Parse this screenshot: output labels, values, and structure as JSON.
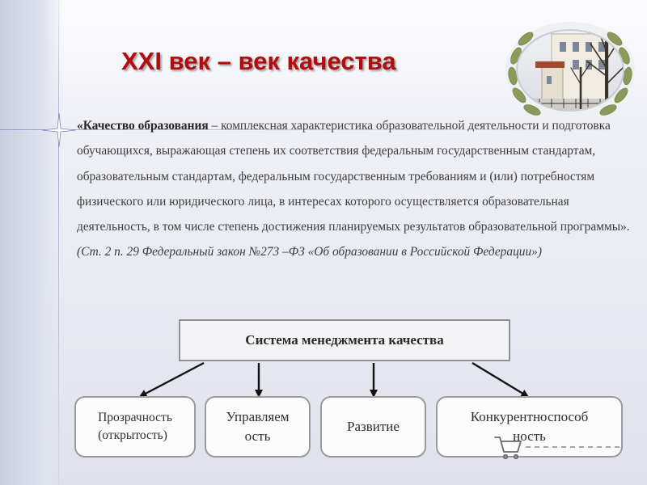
{
  "slide": {
    "title": "XXI век – век качества",
    "definition": {
      "term": "«Качество образования",
      "text": " – комплексная характеристика образовательной деятельности и подготовка обучающихся, выражающая степень их соответствия федеральным государственным стандартам, образовательным стандартам, федеральным государственным требованиям и (или) потребностям физического или юридического лица, в интересах которого осуществляется образовательная деятельность, в том числе степень достижения планируемых результатов образовательной программы». ",
      "citation": "(Ст. 2 п. 29 Федеральный закон №273 –ФЗ «Об образовании в Российской Федерации»)"
    }
  },
  "diagram": {
    "root": "Система менеджмента качества",
    "children": [
      {
        "line1": "Прозрачность",
        "line2": "(открытость)"
      },
      {
        "line1": "Управляем",
        "line2": "ость"
      },
      {
        "line1": "Развитие"
      },
      {
        "line1": "Конкурентноспособ",
        "line2": "ность"
      }
    ]
  },
  "colors": {
    "title": "#b00d0d",
    "box_border": "#8f8f94",
    "arrow": "#111111"
  },
  "icons": {
    "emblem": "school-building-laurel-emblem",
    "corner": "shopping-cart-icon"
  }
}
